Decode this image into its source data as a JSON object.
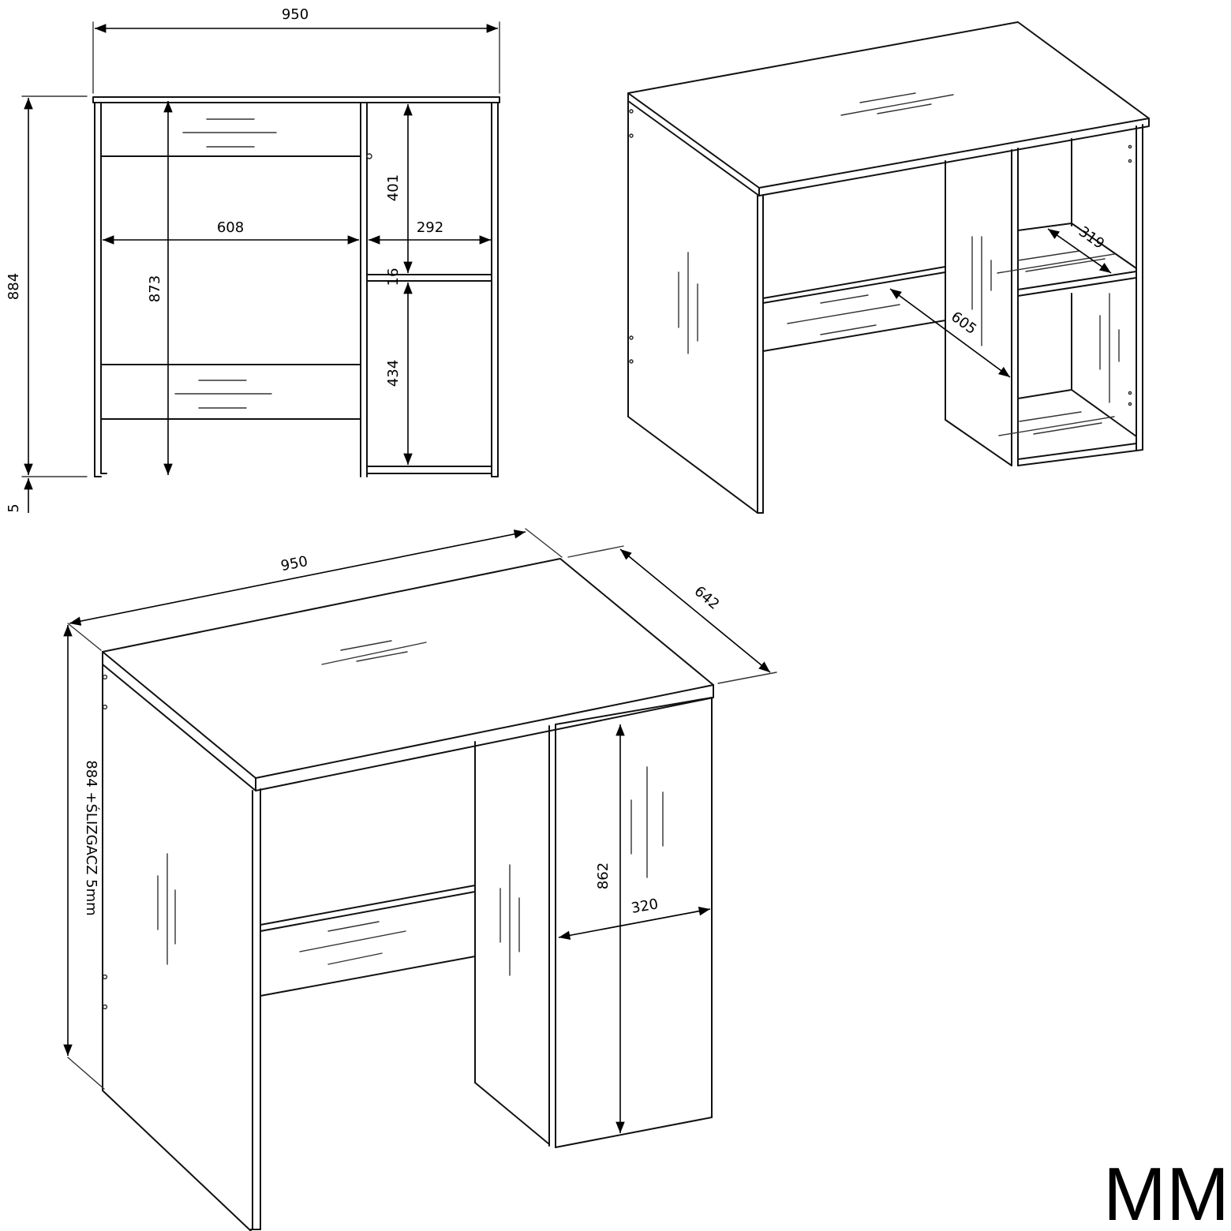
{
  "front_view": {
    "width": "950",
    "height": "884",
    "foot": "5",
    "inner_height": "873",
    "opening_width": "608",
    "shelf_width": "292",
    "upper_shelf": "401",
    "shelf_thickness": "16",
    "lower_shelf": "434"
  },
  "iso_view": {
    "shelf_depth": "319",
    "opening_depth": "605"
  },
  "main_view": {
    "width": "950",
    "depth": "642",
    "height_note": "884 +ŚLIZGACZ 5mm",
    "door_height": "862",
    "door_width": "320"
  },
  "brand": "MM"
}
